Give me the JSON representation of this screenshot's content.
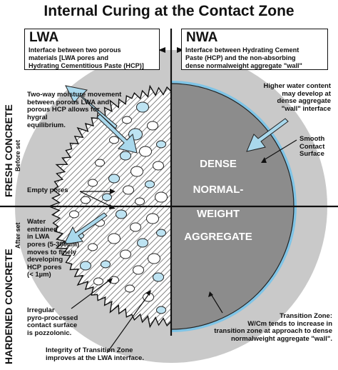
{
  "title": "Internal Curing at the Contact Zone",
  "lwa": {
    "heading": "LWA",
    "desc_lines": [
      "Interface between two porous",
      "materials [LWA  pores and",
      "Hydrating Cementitious Paste (HCP)]"
    ]
  },
  "nwa": {
    "heading": "NWA",
    "desc_lines": [
      "Interface between Hydrating Cement",
      "Paste (HCP) and the non-absorbing",
      "dense normalweight aggregate \"wall\""
    ]
  },
  "side_labels": {
    "fresh": "FRESH CONCRETE",
    "fresh_sub": "Before set",
    "hardened": "HARDENED CONCRETE",
    "hardened_sub": "After set"
  },
  "aggregate_label": [
    "DENSE",
    "NORMAL-",
    "WEIGHT",
    "AGGREGATE"
  ],
  "annotations": {
    "two_way": [
      "Two-way moisture movement",
      "between porous LWA and",
      "porous HCP allows  for",
      "hygral",
      "equilibrium."
    ],
    "higher_water": [
      "Higher water content",
      "may develop at",
      "dense aggregate",
      "\"wall\" interface"
    ],
    "smooth": [
      "Smooth",
      "Contact",
      "Surface"
    ],
    "empty_pores": "Empty pores",
    "water_entrained": [
      "Water",
      "entrained",
      "in LWA",
      "pores (5-300µm)",
      "moves to finely",
      "developing",
      "HCP pores",
      "(< 1µm)"
    ],
    "irregular": [
      "Irregular",
      "pyro-processed",
      "contact surface",
      "is pozzolonic."
    ],
    "integrity": [
      "Integrity of Transition Zone",
      "improves at the LWA interface."
    ],
    "transition": [
      "Transition Zone:",
      "W/Cm tends to increase in",
      "transition zone at approach to dense",
      "normalweight aggregate \"wall\"."
    ]
  },
  "colors": {
    "halo": "#c9c9c9",
    "aggregate": "#8c8c8c",
    "arrow_fill": "#a9d8ec",
    "pore_fill": "#bde3f2",
    "text_light": "#ffffff"
  }
}
